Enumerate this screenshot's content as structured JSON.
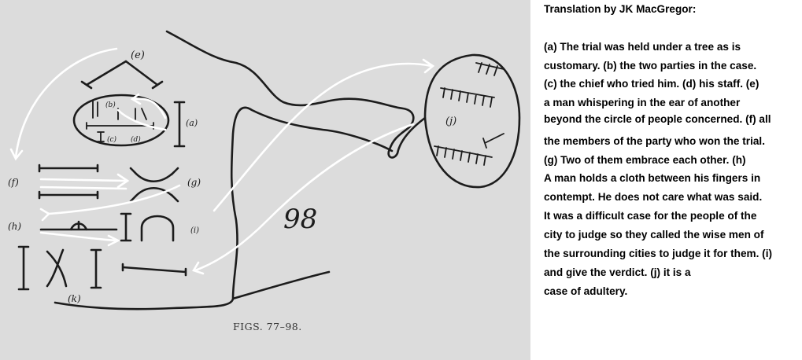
{
  "figure": {
    "caption": "FIGS. 77–98.",
    "page_number": "98",
    "labels": {
      "e": "(e)",
      "a": "(a)",
      "b": "(b)",
      "c": "(c)",
      "d": "(d)",
      "f": "(f)",
      "g": "(g)",
      "h": "(h)",
      "i": "(i)",
      "k": "(k)",
      "j": "(j)"
    }
  },
  "translation": {
    "title": "Translation by JK MacGregor:",
    "lines": [
      "(a) The trial was held under a tree as is",
      "customary. (b) the two parties in the case.",
      "(c) the chief who tried him. (d) his staff. (e)",
      "a man whispering in the ear of another",
      "beyond the circle of people concerned. (f) all",
      "the members of the party who won the trial.",
      "(g) Two of them embrace each other. (h)",
      "A man holds a cloth between his fingers in",
      "contempt. He does not care what was said.",
      "It was a difficult case for the people of the",
      "city to judge so they called the wise men of",
      "the surrounding cities to judge it for them. (i)",
      "and give the verdict. (j) it is a",
      "case of adultery."
    ]
  },
  "colors": {
    "panel_background": "#dcdcdc",
    "ink": "#1c1c1c",
    "arrows": "#ffffff"
  }
}
